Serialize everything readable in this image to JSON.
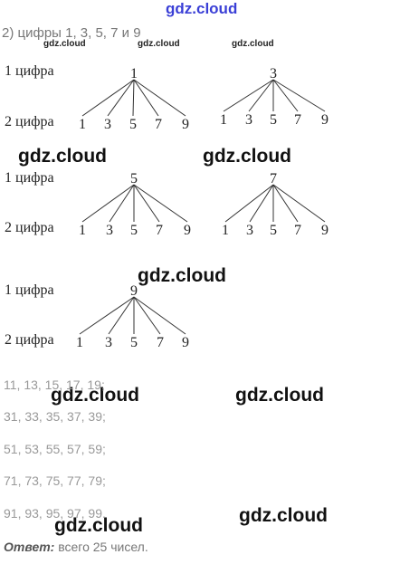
{
  "header": {
    "watermark": "gdz.cloud",
    "task": "2) цифры 1, 3, 5, 7 и 9"
  },
  "watermarks": {
    "small": "gdz.cloud",
    "big": "gdz.cloud"
  },
  "levels": {
    "first": "1 цифра",
    "second": "2 цифра"
  },
  "trees": [
    {
      "root": "1",
      "leaves": [
        "1",
        "3",
        "5",
        "7",
        "9"
      ]
    },
    {
      "root": "3",
      "leaves": [
        "1",
        "3",
        "5",
        "7",
        "9"
      ]
    },
    {
      "root": "5",
      "leaves": [
        "1",
        "3",
        "5",
        "7",
        "9"
      ]
    },
    {
      "root": "7",
      "leaves": [
        "1",
        "3",
        "5",
        "7",
        "9"
      ]
    },
    {
      "root": "9",
      "leaves": [
        "1",
        "3",
        "5",
        "7",
        "9"
      ]
    }
  ],
  "numbers": [
    "11, 13, 15, 17, 19;",
    "31, 33, 35, 37, 39;",
    "51, 53, 55, 57, 59;",
    "71, 73, 75, 77, 79;",
    "91, 93, 95, 97, 99."
  ],
  "answer": {
    "label": "Ответ:",
    "text": " всего 25 чисел."
  }
}
